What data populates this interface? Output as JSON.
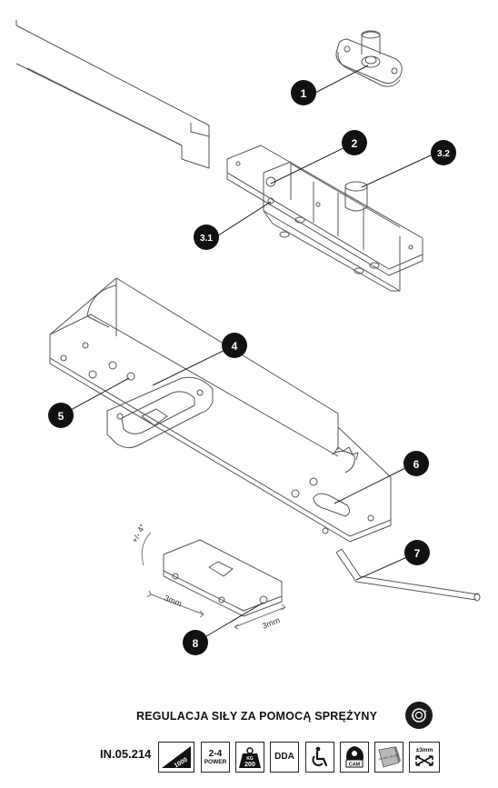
{
  "callouts": [
    {
      "id": "1",
      "label": "1"
    },
    {
      "id": "2",
      "label": "2"
    },
    {
      "id": "3.1",
      "label": "3.1"
    },
    {
      "id": "3.2",
      "label": "3.2"
    },
    {
      "id": "4",
      "label": "4"
    },
    {
      "id": "5",
      "label": "5"
    },
    {
      "id": "6",
      "label": "6"
    },
    {
      "id": "7",
      "label": "7"
    },
    {
      "id": "8",
      "label": "8"
    }
  ],
  "dimensions": {
    "angle": "+/- 4°",
    "left_offset": "3mm",
    "right_offset": "3mm"
  },
  "caption": "REGULACJA SIŁY ZA POMOCĄ SPRĘŻYNY",
  "product_code": "IN.05.214",
  "badges": {
    "cycles": "1000",
    "power": {
      "value": "2-4",
      "label": "POWER"
    },
    "weight": {
      "unit": "KG",
      "value": "200"
    },
    "dda": "DDA",
    "cam": "CAM",
    "finish_text": "SILVER / BLACK",
    "adjust": "±3mm"
  },
  "colors": {
    "ink": "#1a1a1a",
    "line": "#555555",
    "paper": "#ffffff"
  }
}
